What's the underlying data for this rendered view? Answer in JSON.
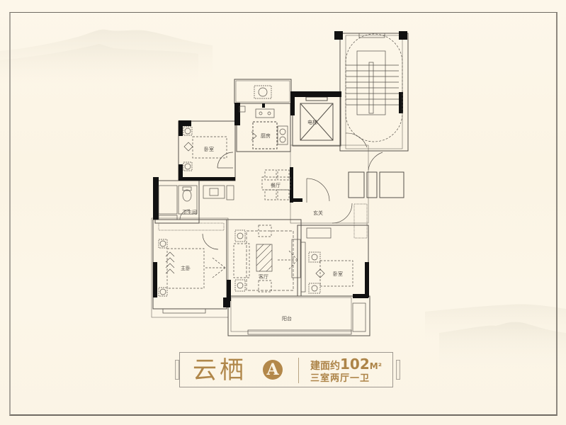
{
  "unit": {
    "name": "云栖",
    "type_badge": "A",
    "area_label": "建面约",
    "area_value": "102",
    "area_unit": "M²",
    "layout": "三室两厅一卫"
  },
  "rooms": {
    "secondary_bedroom_north": "卧室",
    "kitchen": "厨房",
    "dining": "餐厅",
    "bathroom": "卫生间",
    "master_bedroom": "主卧",
    "living_room": "客厅",
    "entrance": "玄关",
    "secondary_bedroom_south": "卧室",
    "balcony": "阳台",
    "elevator": "电梯"
  },
  "colors": {
    "background": "#fcf6e8",
    "accent_gold": "#b0874a",
    "wall": "#111111",
    "line": "#55504a"
  }
}
